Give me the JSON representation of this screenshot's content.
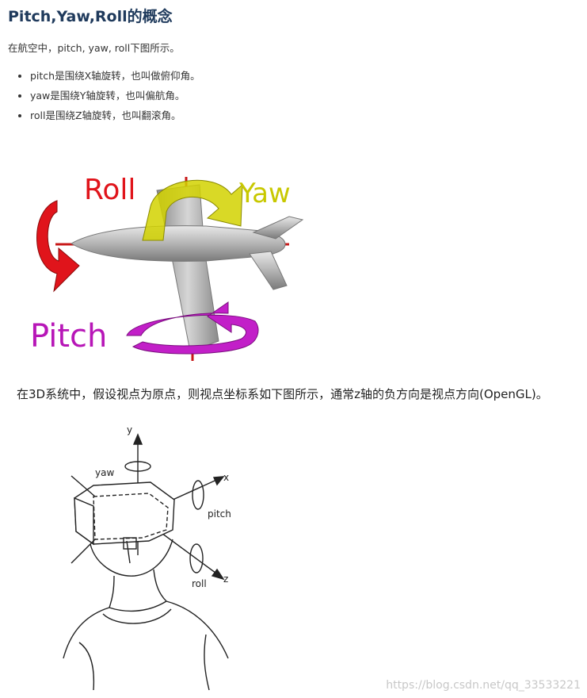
{
  "article": {
    "title": "Pitch,Yaw,Roll的概念",
    "intro": "在航空中，pitch, yaw, roll下图所示。",
    "bullets": [
      "pitch是围绕X轴旋转，也叫做俯仰角。",
      "yaw是围绕Y轴旋转，也叫偏航角。",
      "roll是围绕Z轴旋转，也叫翻滚角。"
    ],
    "paragraph2": "在3D系统中，假设视点为原点，则视点坐标系如下图所示，通常z轴的负方向是视点方向(OpenGL)。"
  },
  "figure1": {
    "roll_label": "Roll",
    "yaw_label": "Yaw",
    "pitch_label": "Pitch",
    "colors": {
      "roll": "#e0141b",
      "yaw": "#c8c800",
      "pitch": "#c21fc8",
      "plane": "#a8a8a8"
    }
  },
  "figure2": {
    "y_label": "y",
    "x_label": "x",
    "z_label": "z",
    "yaw_label": "yaw",
    "pitch_label": "pitch",
    "roll_label": "roll"
  },
  "watermark": "https://blog.csdn.net/qq_33533221"
}
